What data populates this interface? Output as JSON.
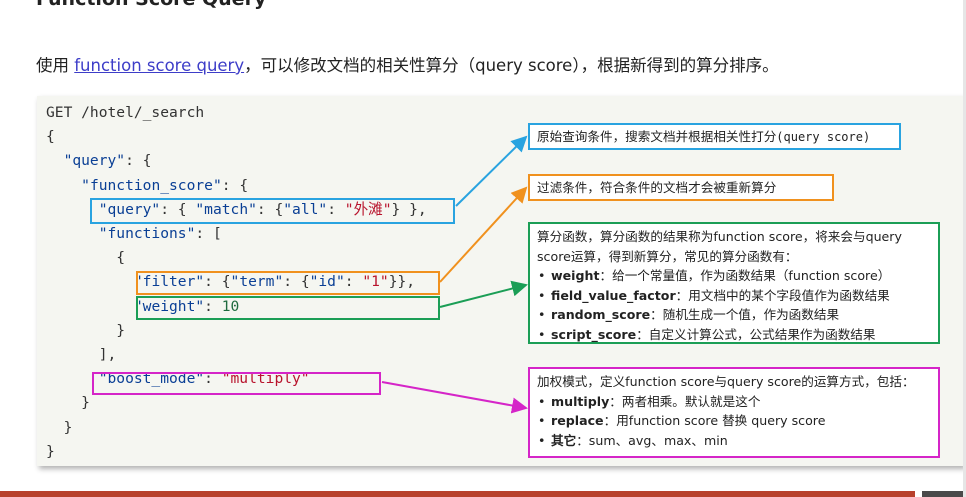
{
  "title": "Function Score Query",
  "intro": {
    "prefix": "使用 ",
    "link": "function score query",
    "suffix": "，可以修改文档的相关性算分（query score），根据新得到的算分排序。"
  },
  "code": {
    "l1": "GET /hotel/_search",
    "brace_open": "{",
    "query_key": "\"query\"",
    "fs_key": "\"function_score\"",
    "inner_query_key": "\"query\"",
    "match_key": "\"match\"",
    "all_key": "\"all\"",
    "all_val": "\"外滩\"",
    "functions_key": "\"functions\"",
    "filter_key": "\"filter\"",
    "term_key": "\"term\"",
    "id_key": "\"id\"",
    "id_val": "\"1\"",
    "weight_key": "\"weight\"",
    "weight_val": "10",
    "boost_key": "\"boost_mode\"",
    "boost_val": "\"multiply\"",
    "brace_close": "}"
  },
  "notes": {
    "query": {
      "text": "原始查询条件，搜索文档并根据相关性打分",
      "code": "(query score)"
    },
    "filter": {
      "text": "过滤条件，符合条件的文档才会被重新算分"
    },
    "functions": {
      "intro1": "算分函数，算分函数的结果称为function score，将来会与query",
      "intro2": "score运算，得到新算分，常见的算分函数有：",
      "items": [
        {
          "term": "weight",
          "desc": "：给一个常量值，作为函数结果（function score）"
        },
        {
          "term": "field_value_factor",
          "desc": "：用文档中的某个字段值作为函数结果"
        },
        {
          "term": "random_score",
          "desc": "：随机生成一个值，作为函数结果"
        },
        {
          "term": "script_score",
          "desc": "：自定义计算公式，公式结果作为函数结果"
        }
      ]
    },
    "boost": {
      "intro": "加权模式，定义function score与query score的运算方式，包括：",
      "items": [
        {
          "term": "multiply",
          "desc": "：两者相乘。默认就是这个"
        },
        {
          "term": "replace",
          "desc": "：用function score 替换 query score"
        },
        {
          "term": "其它",
          "desc": "：sum、avg、max、min"
        }
      ]
    }
  },
  "colors": {
    "query": "#29a3e0",
    "filter": "#f0911e",
    "weight": "#1b9e56",
    "boost": "#d525c8",
    "link": "#3d3dc8",
    "footer": "#b8412c"
  }
}
